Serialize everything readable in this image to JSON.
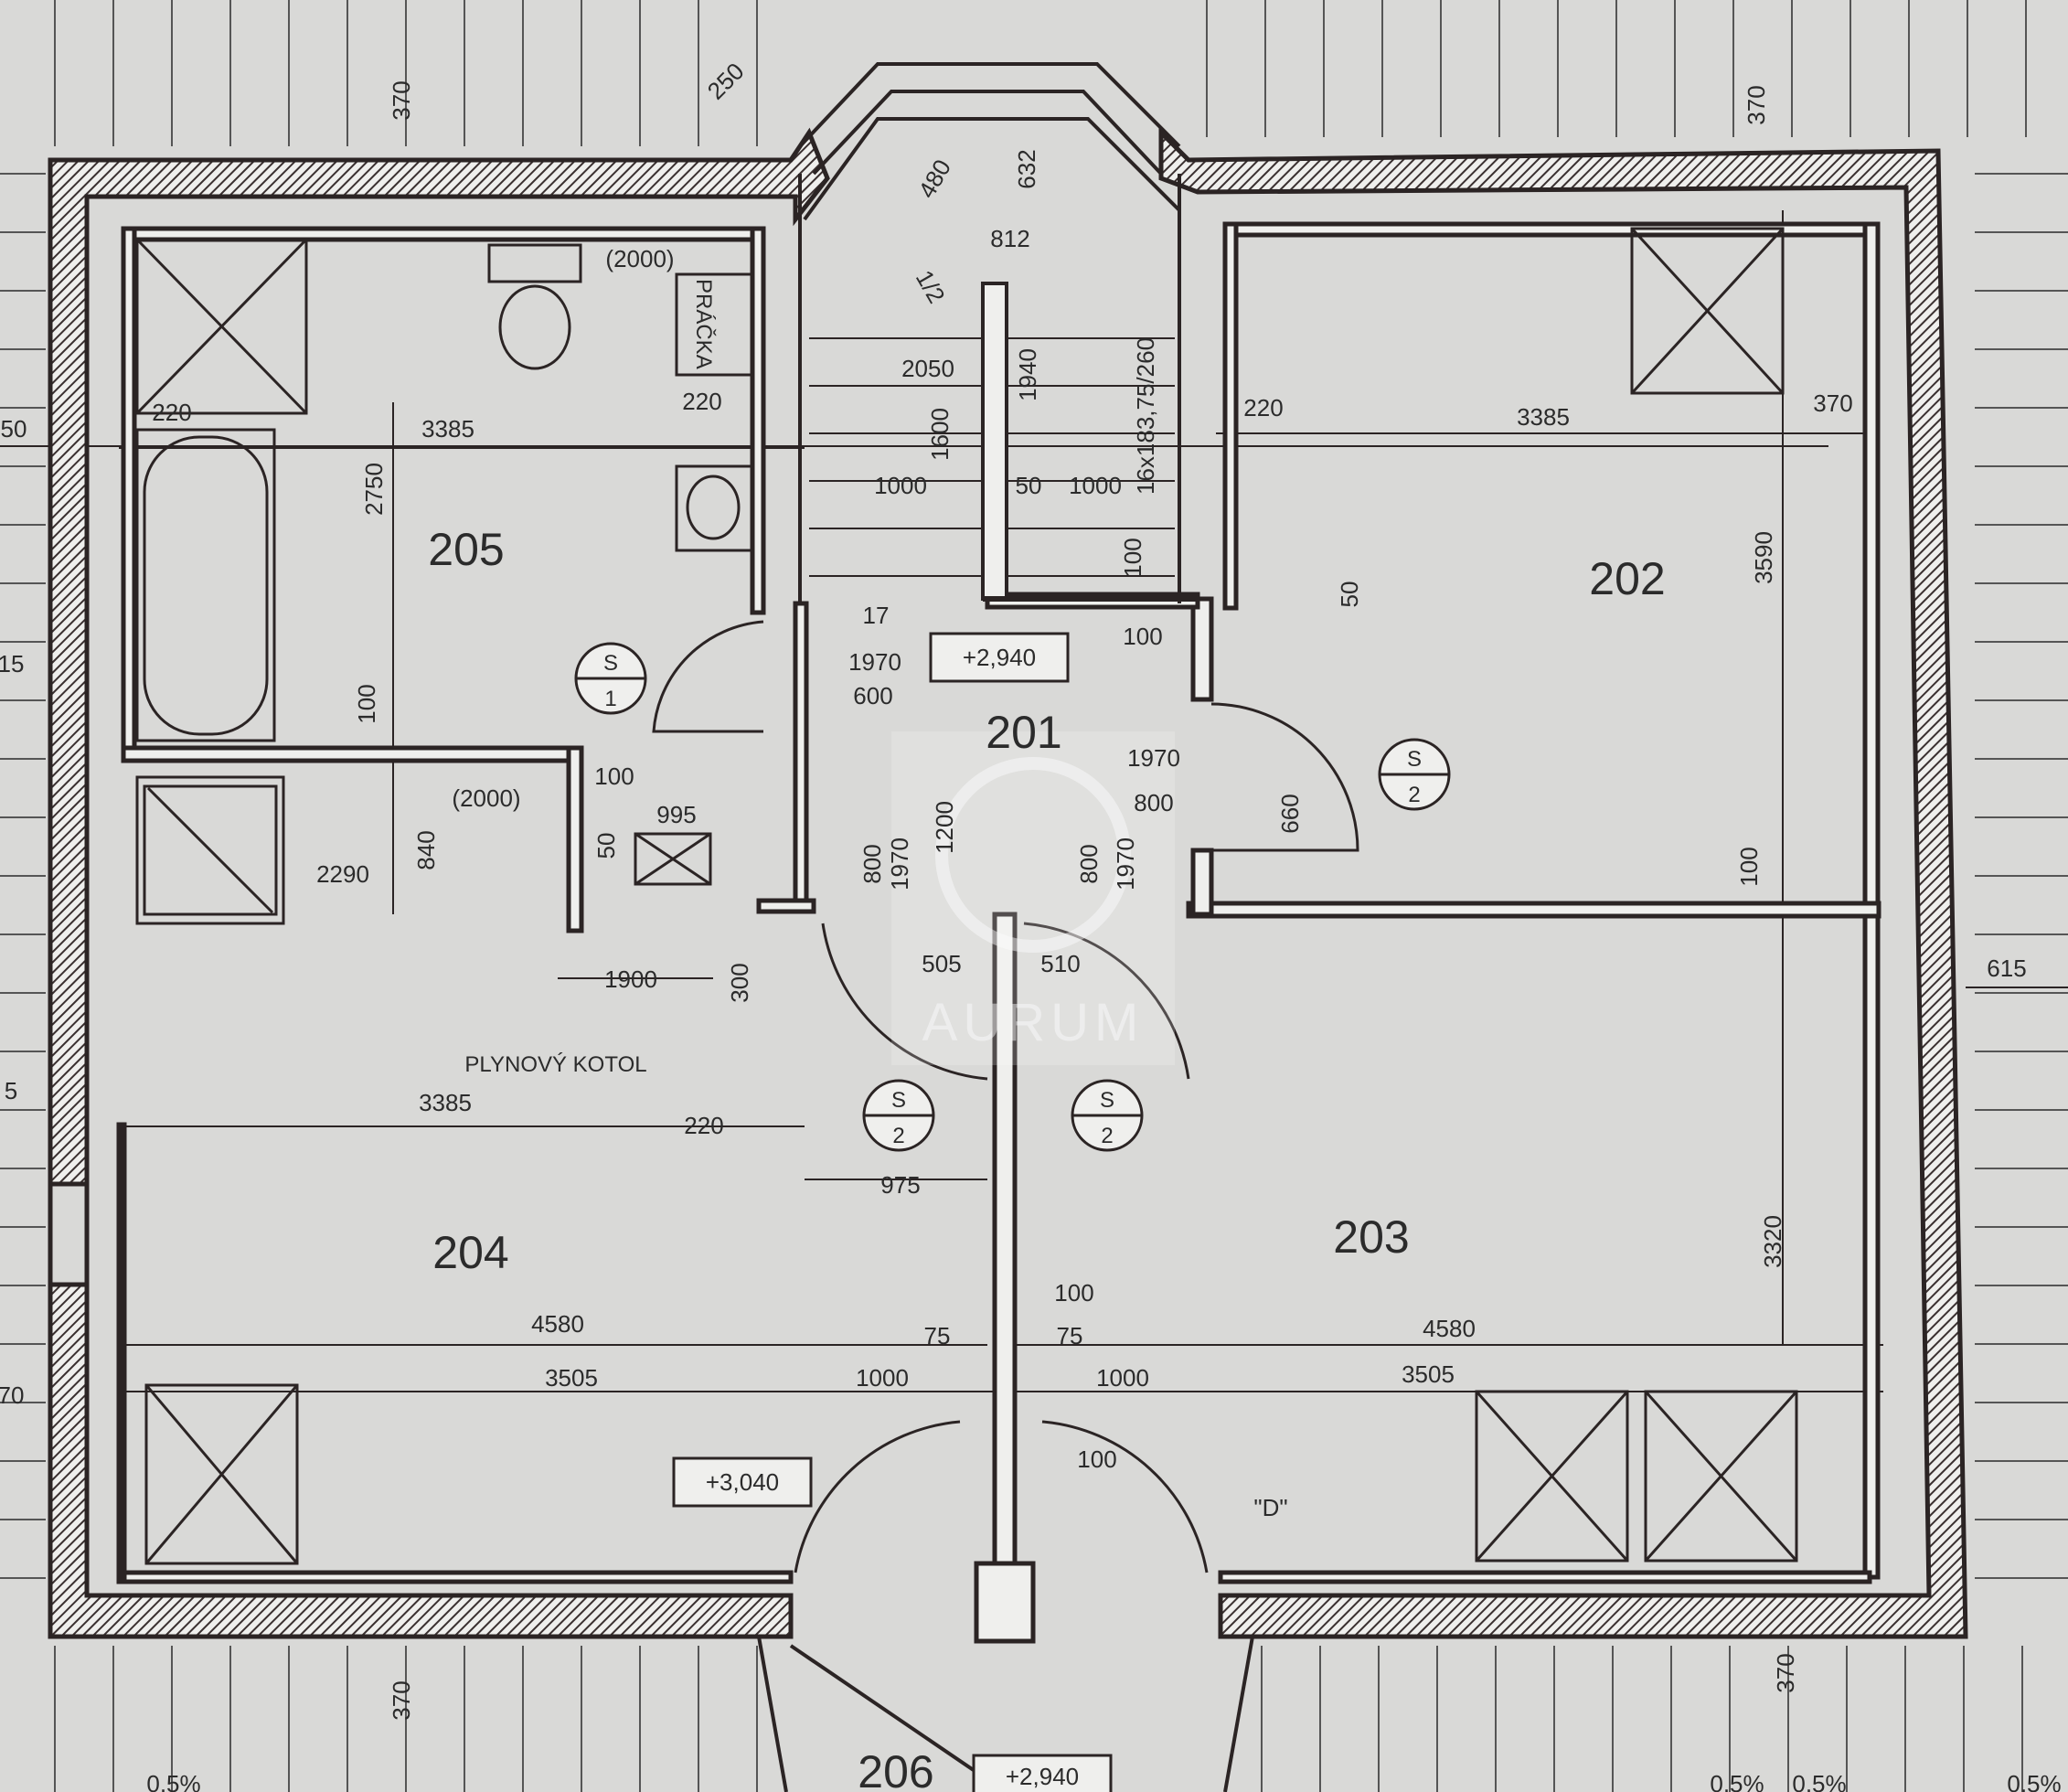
{
  "rooms": {
    "r201": "201",
    "r202": "202",
    "r203": "203",
    "r204": "204",
    "r205": "205",
    "r206": "206"
  },
  "levels": {
    "lvl_2940": "+2,940",
    "lvl_3040": "+3,040",
    "lvl_2940_bottom": "+2,940"
  },
  "labels": {
    "boiler": "PLYNOVÝ KOTOL",
    "washer": "PRÁČKA",
    "d_mark": "\"D\"",
    "wc_2000": "(2000)",
    "shower_2000": "(2000)"
  },
  "section_marks": {
    "top": "S",
    "s1": "1",
    "s2": "2"
  },
  "dimensions": {
    "d370_tl": "370",
    "d250": "250",
    "d370_tr": "370",
    "d480": "480",
    "d632": "632",
    "d812": "812",
    "d1_2": "1/2",
    "d2050": "2050",
    "d1940": "1940",
    "d1600": "1600",
    "d16x": "16x183,75/260",
    "d1000a": "1000",
    "d50a": "50",
    "d1000b": "1000",
    "d100a": "100",
    "d17": "17",
    "d1970a": "1970",
    "d600": "600",
    "d100b": "100",
    "d220_a": "220",
    "d3385_a": "3385",
    "d220_b": "220",
    "d2750": "2750",
    "d100_c": "100",
    "d220_c": "220",
    "d3385_b": "3385",
    "d370_r": "370",
    "d3590": "3590",
    "d50b": "50",
    "d1970b": "1970",
    "d800a": "800",
    "d660": "660",
    "d100_d": "100",
    "d100_e": "100",
    "d995": "995",
    "d2290": "2290",
    "d840": "840",
    "d50c": "50",
    "d1200": "1200",
    "d1970c": "1970",
    "d800b": "800",
    "d800c": "800",
    "d1970d": "1970",
    "d1900": "1900",
    "d300": "300",
    "d505": "505",
    "d510": "510",
    "d3385_c": "3385",
    "d220_d": "220",
    "d975": "975",
    "d615": "615",
    "d3320": "3320",
    "d100_f": "100",
    "d4580_a": "4580",
    "d75_a": "75",
    "d75_b": "75",
    "d4580_b": "4580",
    "d3505_a": "3505",
    "d1000c": "1000",
    "d1000d": "1000",
    "d3505_b": "3505",
    "d100_g": "100",
    "d370_bl": "370",
    "d370_br": "370",
    "edge_50": "50",
    "edge_15": "15",
    "edge_5": "5",
    "edge_70": "70",
    "pct1": "0,5%",
    "pct2": "0,5%",
    "pct3": "0,5%",
    "pct4": "0,5%"
  },
  "watermark": {
    "text": "AURUM"
  },
  "colors": {
    "paper": "#d9d9d7",
    "ink": "#2b2424",
    "wall_fill": "#6b5f5f"
  }
}
